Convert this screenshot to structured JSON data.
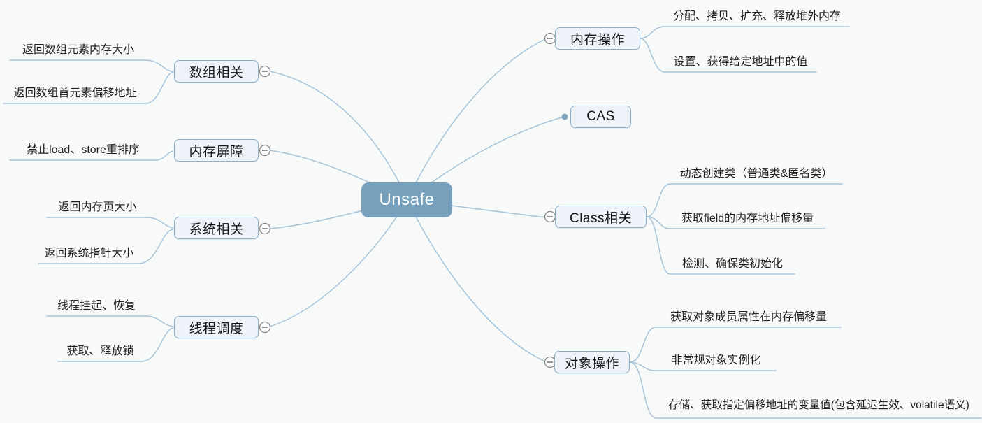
{
  "colors": {
    "background": "#f8f9f9",
    "central_fill": "#76a0bc",
    "central_text": "#ffffff",
    "branch_fill": "#edf3f8",
    "branch_border": "#8bb0c9",
    "connector_line": "#a7c4d9",
    "text": "#202020",
    "collapse_circle_border": "#848484",
    "cas_anchor_dot": "#7ea4bd"
  },
  "icons": {
    "collapse": "minus-circle-icon",
    "leaf_anchor": "filled-dot-icon"
  },
  "mindmap": {
    "root": "Unsafe",
    "left": [
      {
        "label": "数组相关",
        "children": [
          "返回数组元素内存大小",
          "返回数组首元素偏移地址"
        ]
      },
      {
        "label": "内存屏障",
        "children": [
          "禁止load、store重排序"
        ]
      },
      {
        "label": "系统相关",
        "children": [
          "返回内存页大小",
          "返回系统指针大小"
        ]
      },
      {
        "label": "线程调度",
        "children": [
          "线程挂起、恢复",
          "获取、释放锁"
        ]
      }
    ],
    "right": [
      {
        "label": "内存操作",
        "children": [
          "分配、拷贝、扩充、释放堆外内存",
          "设置、获得给定地址中的值"
        ]
      },
      {
        "label": "CAS",
        "children": []
      },
      {
        "label": "Class相关",
        "children": [
          "动态创建类（普通类&匿名类）",
          "获取field的内存地址偏移量",
          "检测、确保类初始化"
        ]
      },
      {
        "label": "对象操作",
        "children": [
          "获取对象成员属性在内存偏移量",
          "非常规对象实例化",
          "存储、获取指定偏移地址的变量值(包含延迟生效、volatile语义)"
        ]
      }
    ]
  }
}
